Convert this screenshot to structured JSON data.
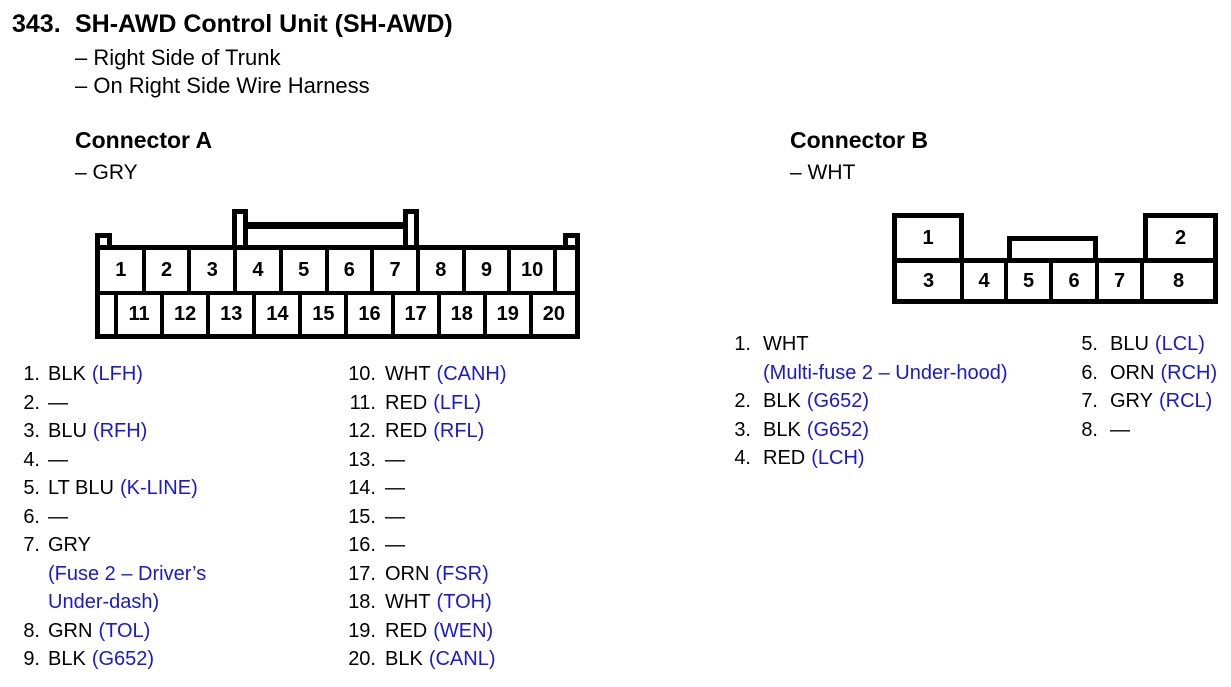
{
  "colors": {
    "ink": "#000000",
    "signal_blue": "#1a1acc",
    "paper": "#ffffff"
  },
  "header": {
    "number": "343.",
    "title": "SH-AWD Control Unit (SH-AWD)",
    "location_notes": [
      "– Right Side of Trunk",
      "– On Right Side Wire Harness"
    ]
  },
  "connector_a": {
    "heading": "Connector A",
    "housing_color": "– GRY",
    "pin_cells_top": [
      "1",
      "2",
      "3",
      "4",
      "5",
      "6",
      "7",
      "8",
      "9",
      "10"
    ],
    "pin_cells_bottom": [
      "11",
      "12",
      "13",
      "14",
      "15",
      "16",
      "17",
      "18",
      "19",
      "20"
    ],
    "pins_left": [
      {
        "num": "1.",
        "wire": "BLK",
        "code": "(LFH)",
        "extra": ""
      },
      {
        "num": "2.",
        "wire": "—",
        "code": "",
        "extra": ""
      },
      {
        "num": "3.",
        "wire": "BLU",
        "code": "(RFH)",
        "extra": ""
      },
      {
        "num": "4.",
        "wire": "—",
        "code": "",
        "extra": ""
      },
      {
        "num": "5.",
        "wire": "LT BLU",
        "code": "(K-LINE)",
        "extra": ""
      },
      {
        "num": "6.",
        "wire": "—",
        "code": "",
        "extra": ""
      },
      {
        "num": "7.",
        "wire": "GRY",
        "code": "",
        "extra": "(Fuse 2 – Driver’s\nUnder-dash)"
      },
      {
        "num": "8.",
        "wire": "GRN",
        "code": "(TOL)",
        "extra": ""
      },
      {
        "num": "9.",
        "wire": "BLK",
        "code": "(G652)",
        "extra": ""
      }
    ],
    "pins_right": [
      {
        "num": "10.",
        "wire": "WHT",
        "code": "(CANH)",
        "extra": ""
      },
      {
        "num": "11.",
        "wire": "RED",
        "code": "(LFL)",
        "extra": ""
      },
      {
        "num": "12.",
        "wire": "RED",
        "code": "(RFL)",
        "extra": ""
      },
      {
        "num": "13.",
        "wire": "—",
        "code": "",
        "extra": ""
      },
      {
        "num": "14.",
        "wire": "—",
        "code": "",
        "extra": ""
      },
      {
        "num": "15.",
        "wire": "—",
        "code": "",
        "extra": ""
      },
      {
        "num": "16.",
        "wire": "—",
        "code": "",
        "extra": ""
      },
      {
        "num": "17.",
        "wire": "ORN",
        "code": "(FSR)",
        "extra": ""
      },
      {
        "num": "18.",
        "wire": "WHT",
        "code": "(TOH)",
        "extra": ""
      },
      {
        "num": "19.",
        "wire": "RED",
        "code": "(WEN)",
        "extra": ""
      },
      {
        "num": "20.",
        "wire": "BLK",
        "code": "(CANL)",
        "extra": ""
      }
    ]
  },
  "connector_b": {
    "heading": "Connector B",
    "housing_color": "– WHT",
    "pin_box_1": "1",
    "pin_box_2": "2",
    "pin_cells_bottom": [
      "3",
      "4",
      "5",
      "6",
      "7",
      "8"
    ],
    "pins_left": [
      {
        "num": "1.",
        "wire": "WHT",
        "code": "",
        "extra": "(Multi-fuse 2 – Under-hood)"
      },
      {
        "num": "2.",
        "wire": "BLK",
        "code": "(G652)",
        "extra": ""
      },
      {
        "num": "3.",
        "wire": "BLK",
        "code": "(G652)",
        "extra": ""
      },
      {
        "num": "4.",
        "wire": "RED",
        "code": "(LCH)",
        "extra": ""
      }
    ],
    "pins_right": [
      {
        "num": "5.",
        "wire": "BLU",
        "code": "(LCL)",
        "extra": ""
      },
      {
        "num": "6.",
        "wire": "ORN",
        "code": "(RCH)",
        "extra": ""
      },
      {
        "num": "7.",
        "wire": "GRY",
        "code": "(RCL)",
        "extra": ""
      },
      {
        "num": "8.",
        "wire": "—",
        "code": "",
        "extra": ""
      }
    ]
  }
}
